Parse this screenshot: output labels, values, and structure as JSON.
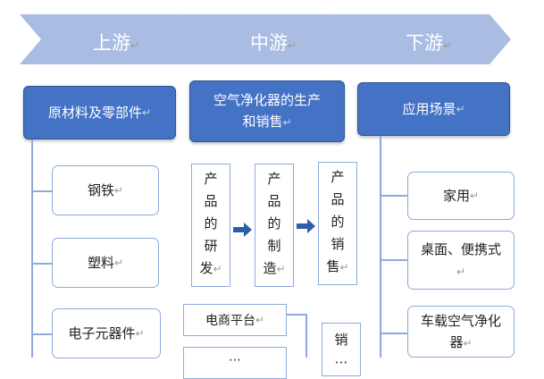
{
  "stages": {
    "upstream": "上游",
    "midstream": "中游",
    "downstream": "下游"
  },
  "upstream": {
    "header": "原材料及零部件",
    "items": [
      "钢铁",
      "塑料",
      "电子元器件"
    ]
  },
  "midstream": {
    "header_line1": "空气净化器的生产",
    "header_line2": "和销售",
    "steps": [
      [
        "产",
        "品",
        "的",
        "研",
        "发"
      ],
      [
        "产",
        "品",
        "的",
        "制",
        "造"
      ],
      [
        "产",
        "品",
        "的",
        "销",
        "售"
      ]
    ],
    "channels": [
      "电商平台",
      "..."
    ],
    "sales_label": [
      "销",
      "..."
    ]
  },
  "downstream": {
    "header": "应用场景",
    "items": [
      "家用",
      "桌面、便携式",
      "车载空气净化器"
    ]
  },
  "colors": {
    "chevron": "#a9bde3",
    "header_fill": "#4472c4",
    "box_border": "#8eaadb",
    "arrow_blue": "#2e5ea8"
  }
}
